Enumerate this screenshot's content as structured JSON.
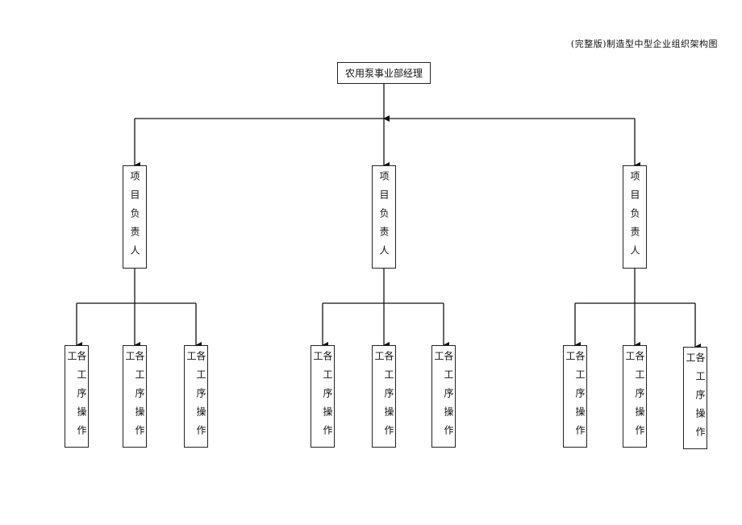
{
  "header": "(完整版)制造型中型企业组织架构图",
  "root": "农用泵事业部经理",
  "managers": [
    {
      "label": "项目负责人",
      "workers": [
        "各工序操作工",
        "各工序操作工",
        "各工序操作工"
      ]
    },
    {
      "label": "项目负责人",
      "workers": [
        "各工序操作工",
        "各工序操作工",
        "各工序操作工"
      ]
    },
    {
      "label": "项目负责人",
      "workers": [
        "各工序操作工",
        "各工序操作工",
        "各工序操作工"
      ]
    }
  ]
}
